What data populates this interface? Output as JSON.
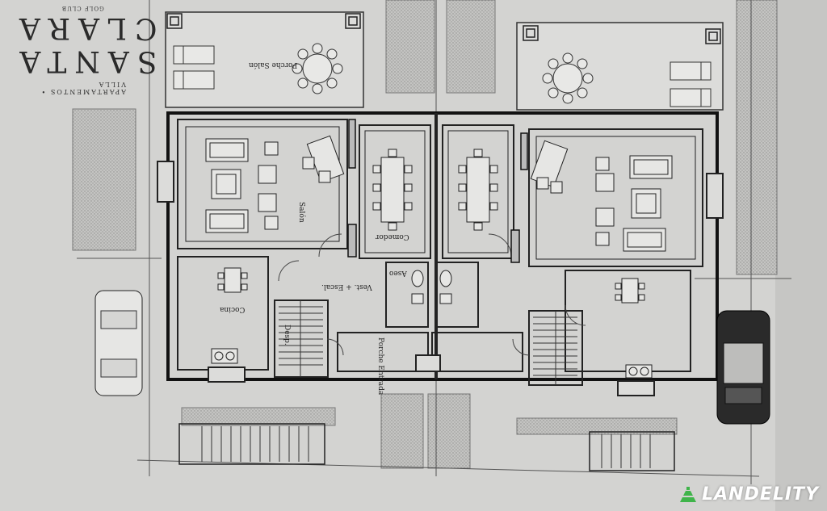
{
  "branding": {
    "club_text": "GOLF CLUB",
    "name_text": "SANTA CLARA",
    "subtitle_text": "APARTAMENTOS • VILLA"
  },
  "rooms": {
    "porche_salon": "Porche Salón",
    "salon": "Salón",
    "comedor": "Comedor",
    "aseo": "Aseo",
    "vest_escal": "Vest. + Escal.",
    "cocina": "Cocina",
    "desp": "Desp.",
    "porche_entrada": "Porche Entrada"
  },
  "watermark": {
    "text": "LANDELITY",
    "color": "#3fb44a"
  }
}
